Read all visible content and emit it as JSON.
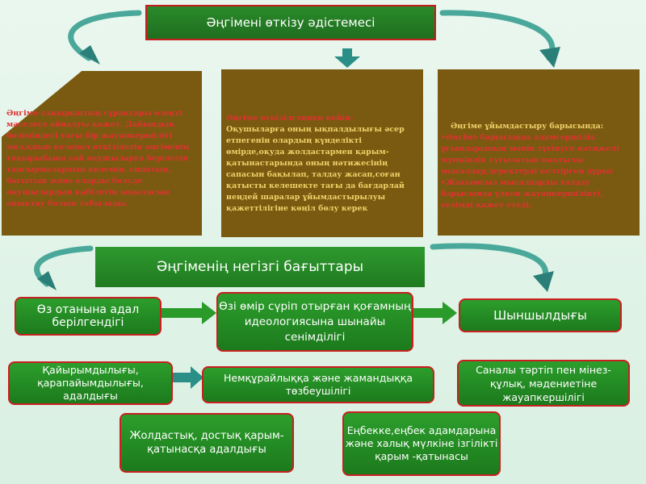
{
  "title": "Әңгімені өткізу әдістемесі",
  "left_panel": {
    "text": "Әңгіме-тақырыптың сұрақтары өзекті мәселеге айналуы қажет. Дайындық бөліміндегі тағы бір жауапкершілігі мол,қиын кезеңол өткізілетін әңгіменің тақырыбына сай оқушыларға берілетін тапсырмалардың көлемін, сипатын, бағытын және оларды бөлуде оқушылардың қабілетін ықыласын анықтау болып табылады."
  },
  "middle_panel": {
    "heading": "Әңгіме өткізілгеннен кейін:",
    "text": "Оқушыларға оның ықпалдылығы әсер етпегенін олардың күнделікті өмірде,оқуда жолдастармен қарым-қатынастарында оның нәтижесінің сапасын бақылап, талдау жасап,соған қатысты келешекте тағы да бағдарлай неңдей шаралар ұйымдастырылуы қажеттілігіне көңіл бөлу керек"
  },
  "right_panel": {
    "heading": "Әңгіме ұйымдастыру барысында:",
    "bullets": [
      "Әңгіме барысында адамгершілік ұғымдарының мәнін түсінуге нәтижелі мүмкіндік туғызатын нақтылы мысалдар,деректерді келтірген дұрыс",
      "Жағымсыз мысалдарды талдау барысында үлкен жауапкершілікті, сезімді қажет етеді."
    ]
  },
  "band": "Әңгіменің негізгі бағыттары",
  "boxes": {
    "b1": "Өз отанына адал берілгендігі",
    "b2": "Өзі өмір сүріп отырған қоғамның идеологиясына шынайы сенімділігі",
    "b3": "Шыншылдығы",
    "b4": "Қайырымдылығы, қарапайымдылығы, адалдығы",
    "b5": "Немқұрайлыққа және жамандыққа төзбеушілігі",
    "b6": "Саналы тәртіп пен мінез-құлық, мәдениетіне жауапкершілігі",
    "b7": "Жолдастық, достық қарым-қатынасқа адалдығы",
    "b8": "Еңбекке,еңбек адамдарына және халық мүлкіне ізгілікті қарым -қатынасы"
  },
  "colors": {
    "green": "#2c9e2c",
    "brown": "#7a5a10",
    "gold_text": "#f0d26a",
    "red_border": "#c91f1f",
    "teal_arrow": "#4aa89a"
  }
}
